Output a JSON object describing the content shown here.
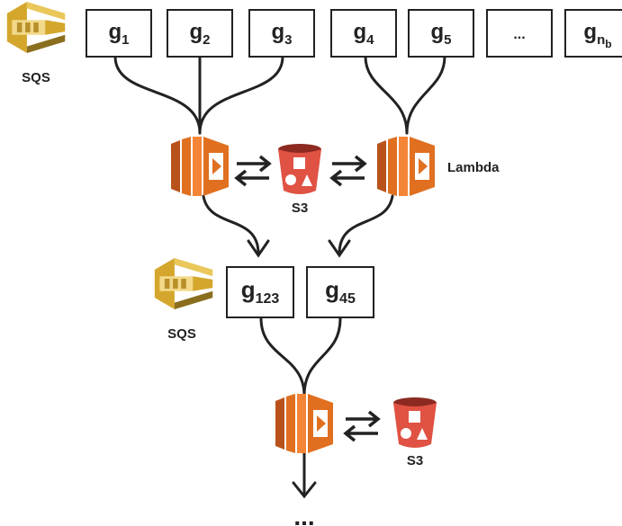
{
  "colors": {
    "sqs_light": "#E9C75A",
    "sqs_mid": "#D4A72C",
    "sqs_dark": "#8A6D1E",
    "lambda_light": "#F58536",
    "lambda_mid": "#E07020",
    "lambda_dark": "#B9521A",
    "s3_red": "#E05243",
    "s3_dark": "#8C2A22",
    "line": "#222222"
  },
  "labels": {
    "sqs_top": "SQS",
    "sqs_mid": "SQS",
    "lambda": "Lambda",
    "s3_top": "S3",
    "s3_bottom": "S3",
    "continuation": "..."
  },
  "top_boxes": [
    {
      "base": "g",
      "sub": "1"
    },
    {
      "base": "g",
      "sub": "2"
    },
    {
      "base": "g",
      "sub": "3"
    },
    {
      "base": "g",
      "sub": "4"
    },
    {
      "base": "g",
      "sub": "5"
    },
    {
      "base": "...",
      "sub": ""
    },
    {
      "base": "g",
      "sub": "n",
      "subsub": "b"
    }
  ],
  "mid_boxes": [
    {
      "base": "g",
      "sub": "123"
    },
    {
      "base": "g",
      "sub": "45"
    }
  ],
  "icons": {
    "sqs": "sqs-queue-icon",
    "lambda": "lambda-function-icon",
    "s3": "s3-bucket-icon",
    "swap": "bidirectional-arrow-icon"
  }
}
